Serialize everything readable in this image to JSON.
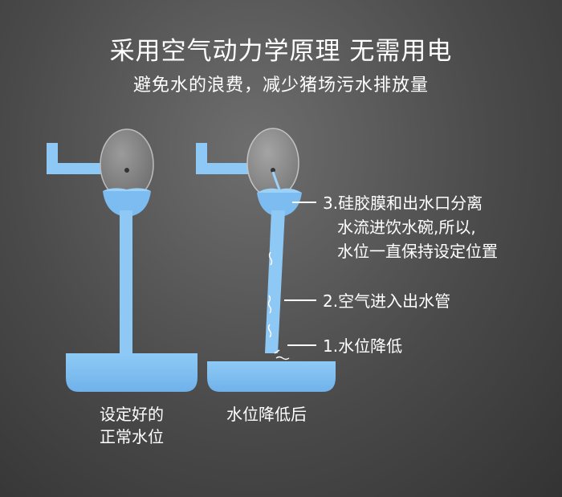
{
  "title": "采用空气动力学原理 无需用电",
  "subtitle": "避免水的浪费，减少猪场污水排放量",
  "callouts": [
    {
      "lines": [
        "3.硅胶膜和出水口分离",
        "水流进饮水碗,所以,",
        "水位一直保持设定位置"
      ]
    },
    {
      "lines": [
        "2.空气进入出水管"
      ]
    },
    {
      "lines": [
        "1.水位降低"
      ]
    }
  ],
  "captions": {
    "left": [
      "设定好的",
      "正常水位"
    ],
    "right": [
      "水位降低后"
    ]
  },
  "colors": {
    "water": "#7cbcf0",
    "pipe": "#8ec8f5",
    "membrane": "#8a8a8a",
    "line": "#ffffff"
  }
}
